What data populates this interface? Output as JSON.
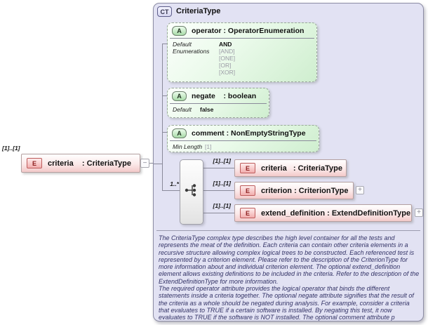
{
  "root_element": {
    "cardinality": "[1]..[1]",
    "badge": "E",
    "label": "criteria    : CriteriaType",
    "collapse_glyph": "−"
  },
  "panel": {
    "badge": "CT",
    "title": "CriteriaType",
    "attributes": [
      {
        "badge": "A",
        "label": "operator : OperatorEnumeration",
        "rows": {
          "default_label": "Default",
          "default_value": "AND",
          "enum_label": "Enumerations",
          "enum_values": [
            "[AND]",
            "[ONE]",
            "[OR]",
            "[XOR]"
          ]
        }
      },
      {
        "badge": "A",
        "label": "negate    : boolean",
        "rows": {
          "default_label": "Default",
          "default_value": "false"
        }
      },
      {
        "badge": "A",
        "label": "comment : NonEmptyStringType",
        "rows": {
          "minlength_label": "Min Length",
          "minlength_value": "[1]"
        }
      }
    ],
    "compositor": {
      "cardinality": "1..*",
      "icon": "choice-icon"
    },
    "children": [
      {
        "badge": "E",
        "cardinality": "[1]..[1]",
        "label": "criteria   : CriteriaType"
      },
      {
        "badge": "E",
        "cardinality": "[1]..[1]",
        "label": "criterion : CriterionType",
        "expand_glyph": "+"
      },
      {
        "badge": "E",
        "cardinality": "[1]..[1]",
        "label": "extend_definition : ExtendDefinitionType",
        "expand_glyph": "+"
      }
    ],
    "documentation": {
      "para1": "The CriteriaType complex type describes the high level container for all the tests and represents the meat of the definition. Each criteria can contain other criteria elements in a recursive structure allowing complex logical trees to be constructed. Each referenced test is represented by a criterion element. Please refer to the description of the CriterionType for more information about and individual criterion element. The optional extend_definition element allows existing definitions to be included in the criteria. Refer to the description of the ExtendDefinitionType for more information.",
      "para2": "The required operator attribute provides the logical operator that binds the different statements inside a criteria together. The optional negate attribute signifies that the result of the criteria as a whole should be negated during analysis. For example, consider a criteria that evaluates to TRUE if a certain software is installed. By negating this test, it now evaluates to TRUE if the software is NOT installed. The optional comment attribute p"
    }
  },
  "colors": {
    "panel_fill": "#e2e2f3",
    "attribute_fill": "#cfeecf",
    "element_fill": "#f3c9c9",
    "doc_text": "#333366",
    "connector": "#8a8a9a"
  }
}
